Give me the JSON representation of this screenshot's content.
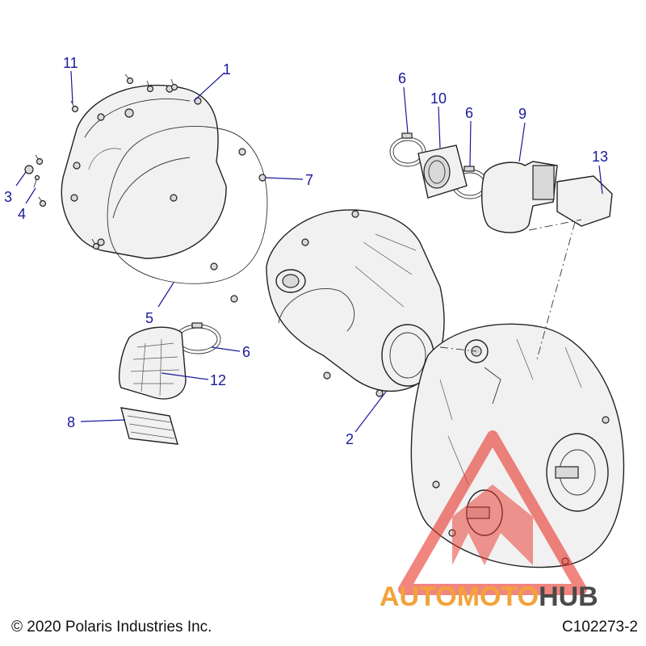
{
  "callouts": [
    {
      "id": "1",
      "label": "1"
    },
    {
      "id": "2",
      "label": "2"
    },
    {
      "id": "3",
      "label": "3"
    },
    {
      "id": "4",
      "label": "4"
    },
    {
      "id": "5",
      "label": "5"
    },
    {
      "id": "6a",
      "label": "6"
    },
    {
      "id": "6b",
      "label": "6"
    },
    {
      "id": "6c",
      "label": "6"
    },
    {
      "id": "7",
      "label": "7"
    },
    {
      "id": "8",
      "label": "8"
    },
    {
      "id": "9",
      "label": "9"
    },
    {
      "id": "10",
      "label": "10"
    },
    {
      "id": "11",
      "label": "11"
    },
    {
      "id": "12",
      "label": "12"
    },
    {
      "id": "13",
      "label": "13"
    }
  ],
  "footer": {
    "copyright": "© 2020 Polaris Industries Inc.",
    "drawing_id": "C102273-2"
  },
  "watermark": {
    "part1": "AUTOMOTO",
    "part2": "HUB",
    "color_primary": "#f2a33a",
    "color_secondary": "#4a4a4a",
    "triangle_color": "#e8332a"
  },
  "colors": {
    "callout": "#1a1a9a",
    "line": "#222222",
    "part_fill": "#f1f1f1"
  }
}
